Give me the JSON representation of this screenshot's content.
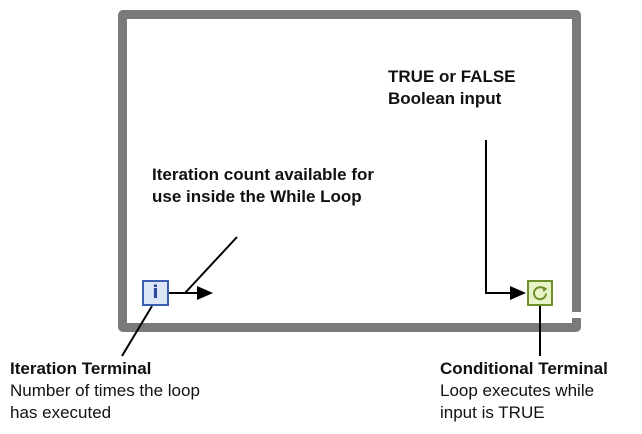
{
  "annotations": {
    "boolean_input": "TRUE or FALSE\nBoolean input",
    "iteration_count": "Iteration count available for\nuse inside the While Loop",
    "iteration_terminal_title": "Iteration Terminal",
    "iteration_terminal_desc": "Number of times the loop\nhas executed",
    "conditional_terminal_title": "Conditional Terminal",
    "conditional_terminal_desc": "Loop executes while\ninput is TRUE"
  },
  "terminals": {
    "iteration_symbol": "i"
  },
  "colors": {
    "loop_border": "#7a7a7a",
    "iteration_terminal_border": "#3a5fb0",
    "conditional_terminal_border": "#6e8f2c"
  }
}
